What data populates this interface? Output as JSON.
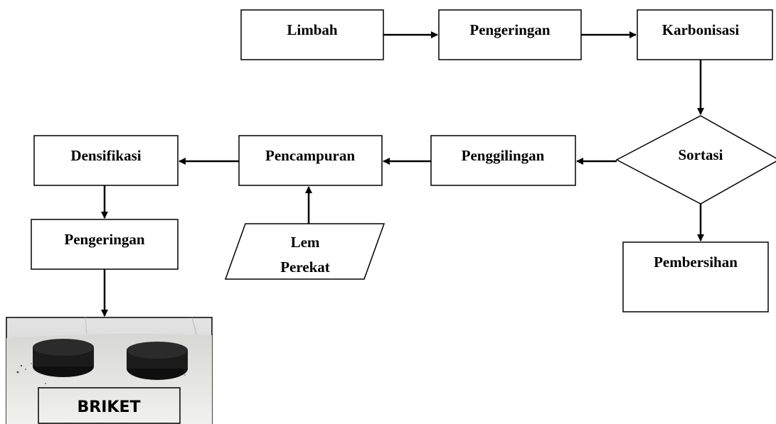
{
  "nodes": {
    "limbah": "Limbah",
    "pengeringan_top": "Pengeringan",
    "karbonisasi": "Karbonisasi",
    "sortasi": "Sortasi",
    "pembersihan": "Pembersihan",
    "penggilingan": "Penggilingan",
    "pencampuran": "Pencampuran",
    "densifikasi": "Densifikasi",
    "pengeringan_bottom": "Pengeringan",
    "lem_line1": "Lem",
    "lem_line2": "Perekat"
  },
  "photo": {
    "label": "BRIKET"
  },
  "colors": {
    "stroke": "#000000",
    "photo_wall": "#d9d9d9",
    "photo_table": "#ececea",
    "briquette": "#1b1b1b"
  }
}
